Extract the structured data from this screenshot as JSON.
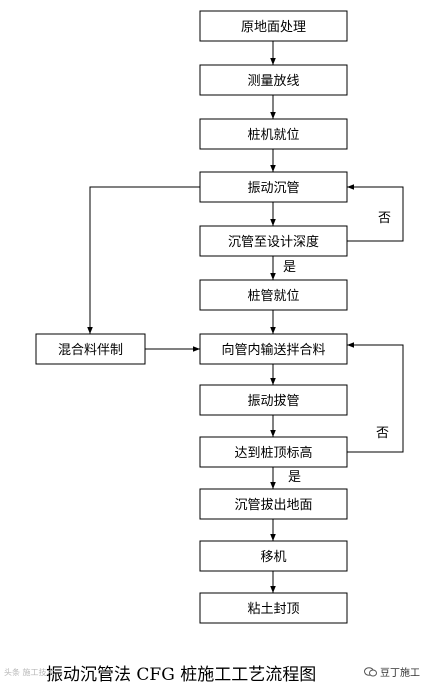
{
  "diagram": {
    "nodes": [
      {
        "id": "n1",
        "label": "原地面处理"
      },
      {
        "id": "n2",
        "label": "测量放线"
      },
      {
        "id": "n3",
        "label": "桩机就位"
      },
      {
        "id": "n4",
        "label": "振动沉管"
      },
      {
        "id": "n5",
        "label": "沉管至设计深度"
      },
      {
        "id": "n6",
        "label": "桩管就位"
      },
      {
        "id": "n7",
        "label": "向管内输送拌合料"
      },
      {
        "id": "n8",
        "label": "振动拔管"
      },
      {
        "id": "n9",
        "label": "达到桩顶标高"
      },
      {
        "id": "n10",
        "label": "沉管拔出地面"
      },
      {
        "id": "n11",
        "label": "移机"
      },
      {
        "id": "n12",
        "label": "粘土封顶"
      },
      {
        "id": "n13",
        "label": "混合料伴制"
      }
    ],
    "edges": [
      {
        "from": "n1",
        "to": "n2"
      },
      {
        "from": "n2",
        "to": "n3"
      },
      {
        "from": "n3",
        "to": "n4"
      },
      {
        "from": "n4",
        "to": "n5"
      },
      {
        "from": "n5",
        "to": "n4",
        "label": "否"
      },
      {
        "from": "n5",
        "to": "n6",
        "label": "是"
      },
      {
        "from": "n6",
        "to": "n7"
      },
      {
        "from": "n4",
        "to": "n13"
      },
      {
        "from": "n13",
        "to": "n7"
      },
      {
        "from": "n7",
        "to": "n8"
      },
      {
        "from": "n8",
        "to": "n9"
      },
      {
        "from": "n9",
        "to": "n7",
        "label": "否"
      },
      {
        "from": "n9",
        "to": "n10",
        "label": "是"
      },
      {
        "from": "n10",
        "to": "n11"
      },
      {
        "from": "n11",
        "to": "n12"
      }
    ]
  },
  "caption": "振动沉管法 CFG 桩施工工艺流程图",
  "watermark_left": "头条 施工技术",
  "watermark_right": "豆丁施工",
  "colors": {
    "stroke": "#000000",
    "background": "#ffffff"
  }
}
